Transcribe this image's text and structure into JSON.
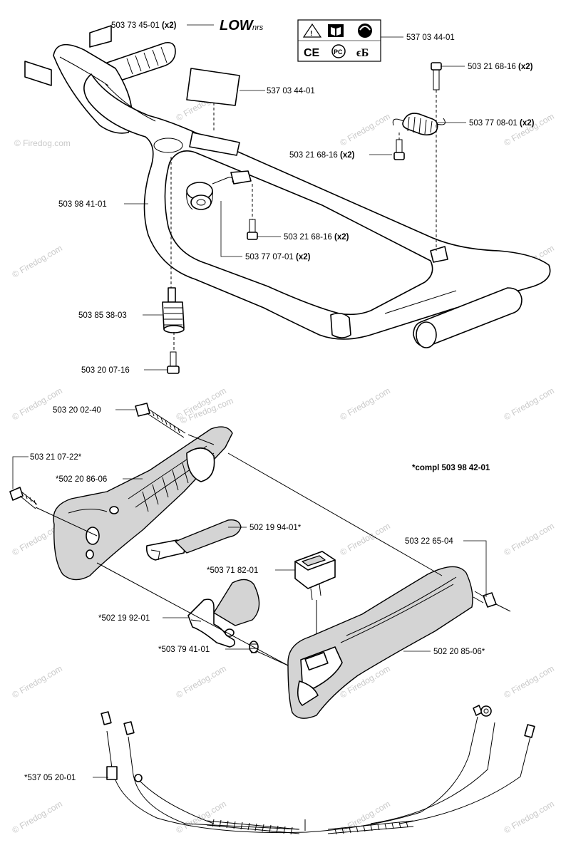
{
  "watermark": "© Firedog.com",
  "labels": [
    {
      "id": "l1",
      "code": "503 73 45-01",
      "qty": "(x2)"
    },
    {
      "id": "l2",
      "code": "537 03 44-01",
      "qty": ""
    },
    {
      "id": "l3",
      "code": "503 21 68-16",
      "qty": "(x2)"
    },
    {
      "id": "l4",
      "code": "537 03 44-01",
      "qty": ""
    },
    {
      "id": "l5",
      "code": "503 77 08-01",
      "qty": "(x2)"
    },
    {
      "id": "l6",
      "code": "503 21 68-16",
      "qty": "(x2)"
    },
    {
      "id": "l7",
      "code": "503 98 41-01",
      "qty": ""
    },
    {
      "id": "l8",
      "code": "503 21 68-16",
      "qty": "(x2)"
    },
    {
      "id": "l9",
      "code": "503 77 07-01",
      "qty": "(x2)"
    },
    {
      "id": "l10",
      "code": "503 85 38-03",
      "qty": ""
    },
    {
      "id": "l11",
      "code": "503 20 07-16",
      "qty": ""
    },
    {
      "id": "l12",
      "code": "503 20 02-40",
      "qty": ""
    },
    {
      "id": "l13",
      "code": "503 21 07-22*",
      "qty": ""
    },
    {
      "id": "l14",
      "code": "*502 20 86-06",
      "qty": ""
    },
    {
      "id": "l15",
      "code": "*compl 503 98 42-01",
      "qty": ""
    },
    {
      "id": "l16",
      "code": "502 19 94-01*",
      "qty": ""
    },
    {
      "id": "l17",
      "code": "503 22 65-04",
      "qty": ""
    },
    {
      "id": "l18",
      "code": "*503 71 82-01",
      "qty": ""
    },
    {
      "id": "l19",
      "code": "*502 19 92-01",
      "qty": ""
    },
    {
      "id": "l20",
      "code": "*503 79 41-01",
      "qty": ""
    },
    {
      "id": "l21",
      "code": "502 20 85-06*",
      "qty": ""
    },
    {
      "id": "l22",
      "code": "*537 05 20-01",
      "qty": ""
    }
  ],
  "decal": {
    "low_text": "LOW",
    "symbols": [
      "⚠",
      "📖",
      "CE",
      "Ⓟ",
      "ϵ"
    ]
  }
}
